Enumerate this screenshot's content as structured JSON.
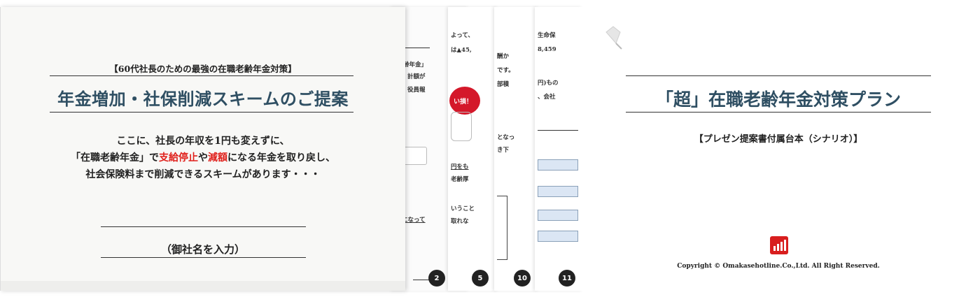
{
  "main_slide": {
    "subtitle": "【60代社長のための最強の在職老齢年金対策】",
    "title": "年金増加・社保削減スキームのご提案",
    "body_line1": "ここに、社長の年収を1円も変えずに、",
    "body_line2": {
      "p1": "「在職老齢年金」で",
      "red1": "支給停止",
      "p2": "や",
      "red2": "減額",
      "p3": "になる年金を取り戻し、"
    },
    "body_line3": "社会保険料まで削減できるスキームがあります・・・",
    "company_placeholder": "（御社名を入力）"
  },
  "slide_2": {
    "number": "2",
    "fragments": [
      "齢年金」",
      "計額が",
      "役員報",
      "になって"
    ]
  },
  "slide_5": {
    "number": "5",
    "fragments": [
      "よって、",
      "は▲45,",
      "い損！",
      "円をも",
      "老齢厚",
      "いうこと",
      "取れな"
    ]
  },
  "slide_10": {
    "number": "10",
    "fragments": [
      "酬か",
      "です。",
      "部積",
      "となっ",
      "き下"
    ]
  },
  "slide_11": {
    "number": "11",
    "fragments": [
      "生命保",
      "8,459",
      "円)もの",
      "、会社"
    ]
  },
  "right_slide": {
    "title": "「超」在職老齢年金対策プラン",
    "subtitle": "【プレゼン提案書付属台本（シナリオ）】",
    "copyright": "Copyright © Omakasehotline.Co.,Ltd. All Right Reserved."
  },
  "icons": {
    "logo": "bar-chart-logo-icon",
    "pin": "pushpin-icon"
  },
  "colors": {
    "title": "#2f4f63",
    "accent_red": "#e0201b",
    "badge": "#222222"
  }
}
